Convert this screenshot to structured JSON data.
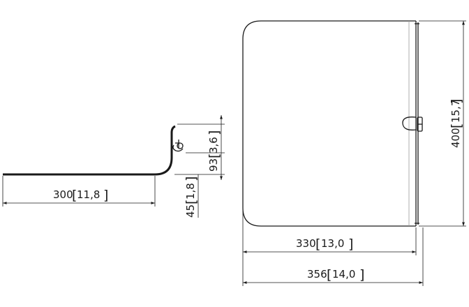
{
  "side_view": {
    "length_dim": {
      "value": "300",
      "inch": "11,8"
    },
    "step_dim": {
      "value": "45",
      "inch": "1,8"
    },
    "lip_dim": {
      "value": "93",
      "inch": "3,6"
    }
  },
  "front_view": {
    "inner_width_dim": {
      "value": "330",
      "inch": "13,0"
    },
    "outer_width_dim": {
      "value": "356",
      "inch": "14,0"
    },
    "height_dim": {
      "value": "400",
      "inch": "15,7"
    }
  }
}
